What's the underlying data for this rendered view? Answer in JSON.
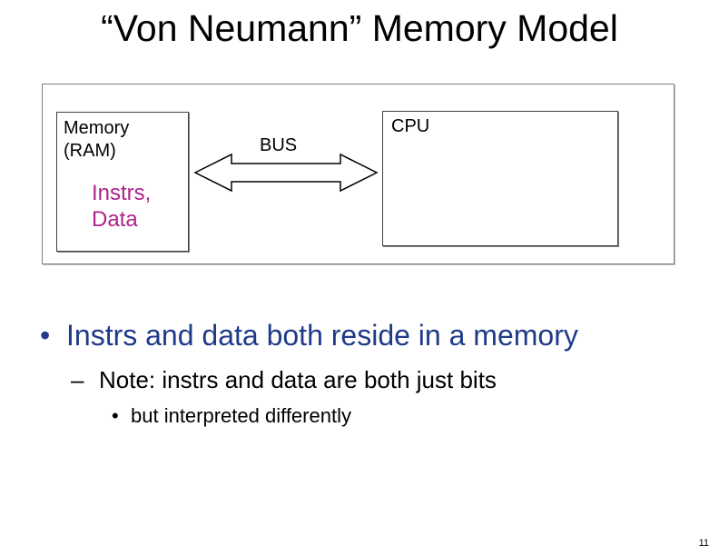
{
  "slide": {
    "title": "“Von Neumann” Memory Model",
    "page_number": "11"
  },
  "diagram": {
    "memory": {
      "label": "Memory\n(RAM)",
      "contents": "Instrs,\nData"
    },
    "bus": {
      "label": "BUS"
    },
    "cpu": {
      "label": "CPU"
    }
  },
  "bullets": [
    {
      "marker": "•",
      "text": "Instrs and data both reside in a memory"
    },
    {
      "marker": "–",
      "text": "Note: instrs and data are both just bits"
    },
    {
      "marker": "•",
      "text": "but interpreted differently"
    }
  ],
  "colors": {
    "memory_contents": "#b0228c",
    "level1_bullet": "#1f3a8a"
  }
}
